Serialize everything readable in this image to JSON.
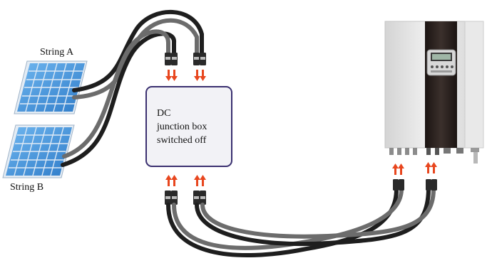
{
  "labels": {
    "string_a": "String A",
    "string_b": "String B"
  },
  "junction_box": {
    "lines": [
      "DC",
      "junction box",
      "switched off"
    ]
  },
  "colors": {
    "cable_dark": "#1e1e1e",
    "cable_grey": "#6c6c6c",
    "arrow": "#e8461e",
    "box_border": "#3a3070",
    "box_fill": "#f2f2f6",
    "panel_cell": "#3f8fd8",
    "panel_frame": "#d9e6f2",
    "inverter_body": "#e6e6e6",
    "inverter_stripe": "#2a2220"
  }
}
